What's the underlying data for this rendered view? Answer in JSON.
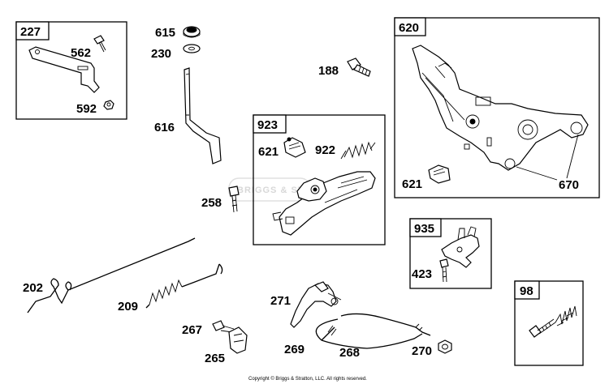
{
  "parts": [
    {
      "num": "615"
    },
    {
      "num": "230"
    },
    {
      "num": "616"
    },
    {
      "num": "188"
    },
    {
      "num": "258"
    },
    {
      "num": "202"
    },
    {
      "num": "209"
    },
    {
      "num": "271"
    },
    {
      "num": "267"
    },
    {
      "num": "265"
    },
    {
      "num": "269"
    },
    {
      "num": "268"
    },
    {
      "num": "270"
    }
  ],
  "boxes": {
    "b227": {
      "num": "227",
      "parts": [
        "562",
        "592"
      ]
    },
    "b620": {
      "num": "620",
      "parts": [
        "621",
        "670"
      ]
    },
    "b923": {
      "num": "923",
      "parts": [
        "621",
        "922"
      ]
    },
    "b935": {
      "num": "935",
      "parts": [
        "423"
      ]
    },
    "b98": {
      "num": "98"
    }
  },
  "watermark": "BRIGGS & STRATTON",
  "copyright": "Copyright © Briggs & Stratton, LLC. All rights reserved."
}
